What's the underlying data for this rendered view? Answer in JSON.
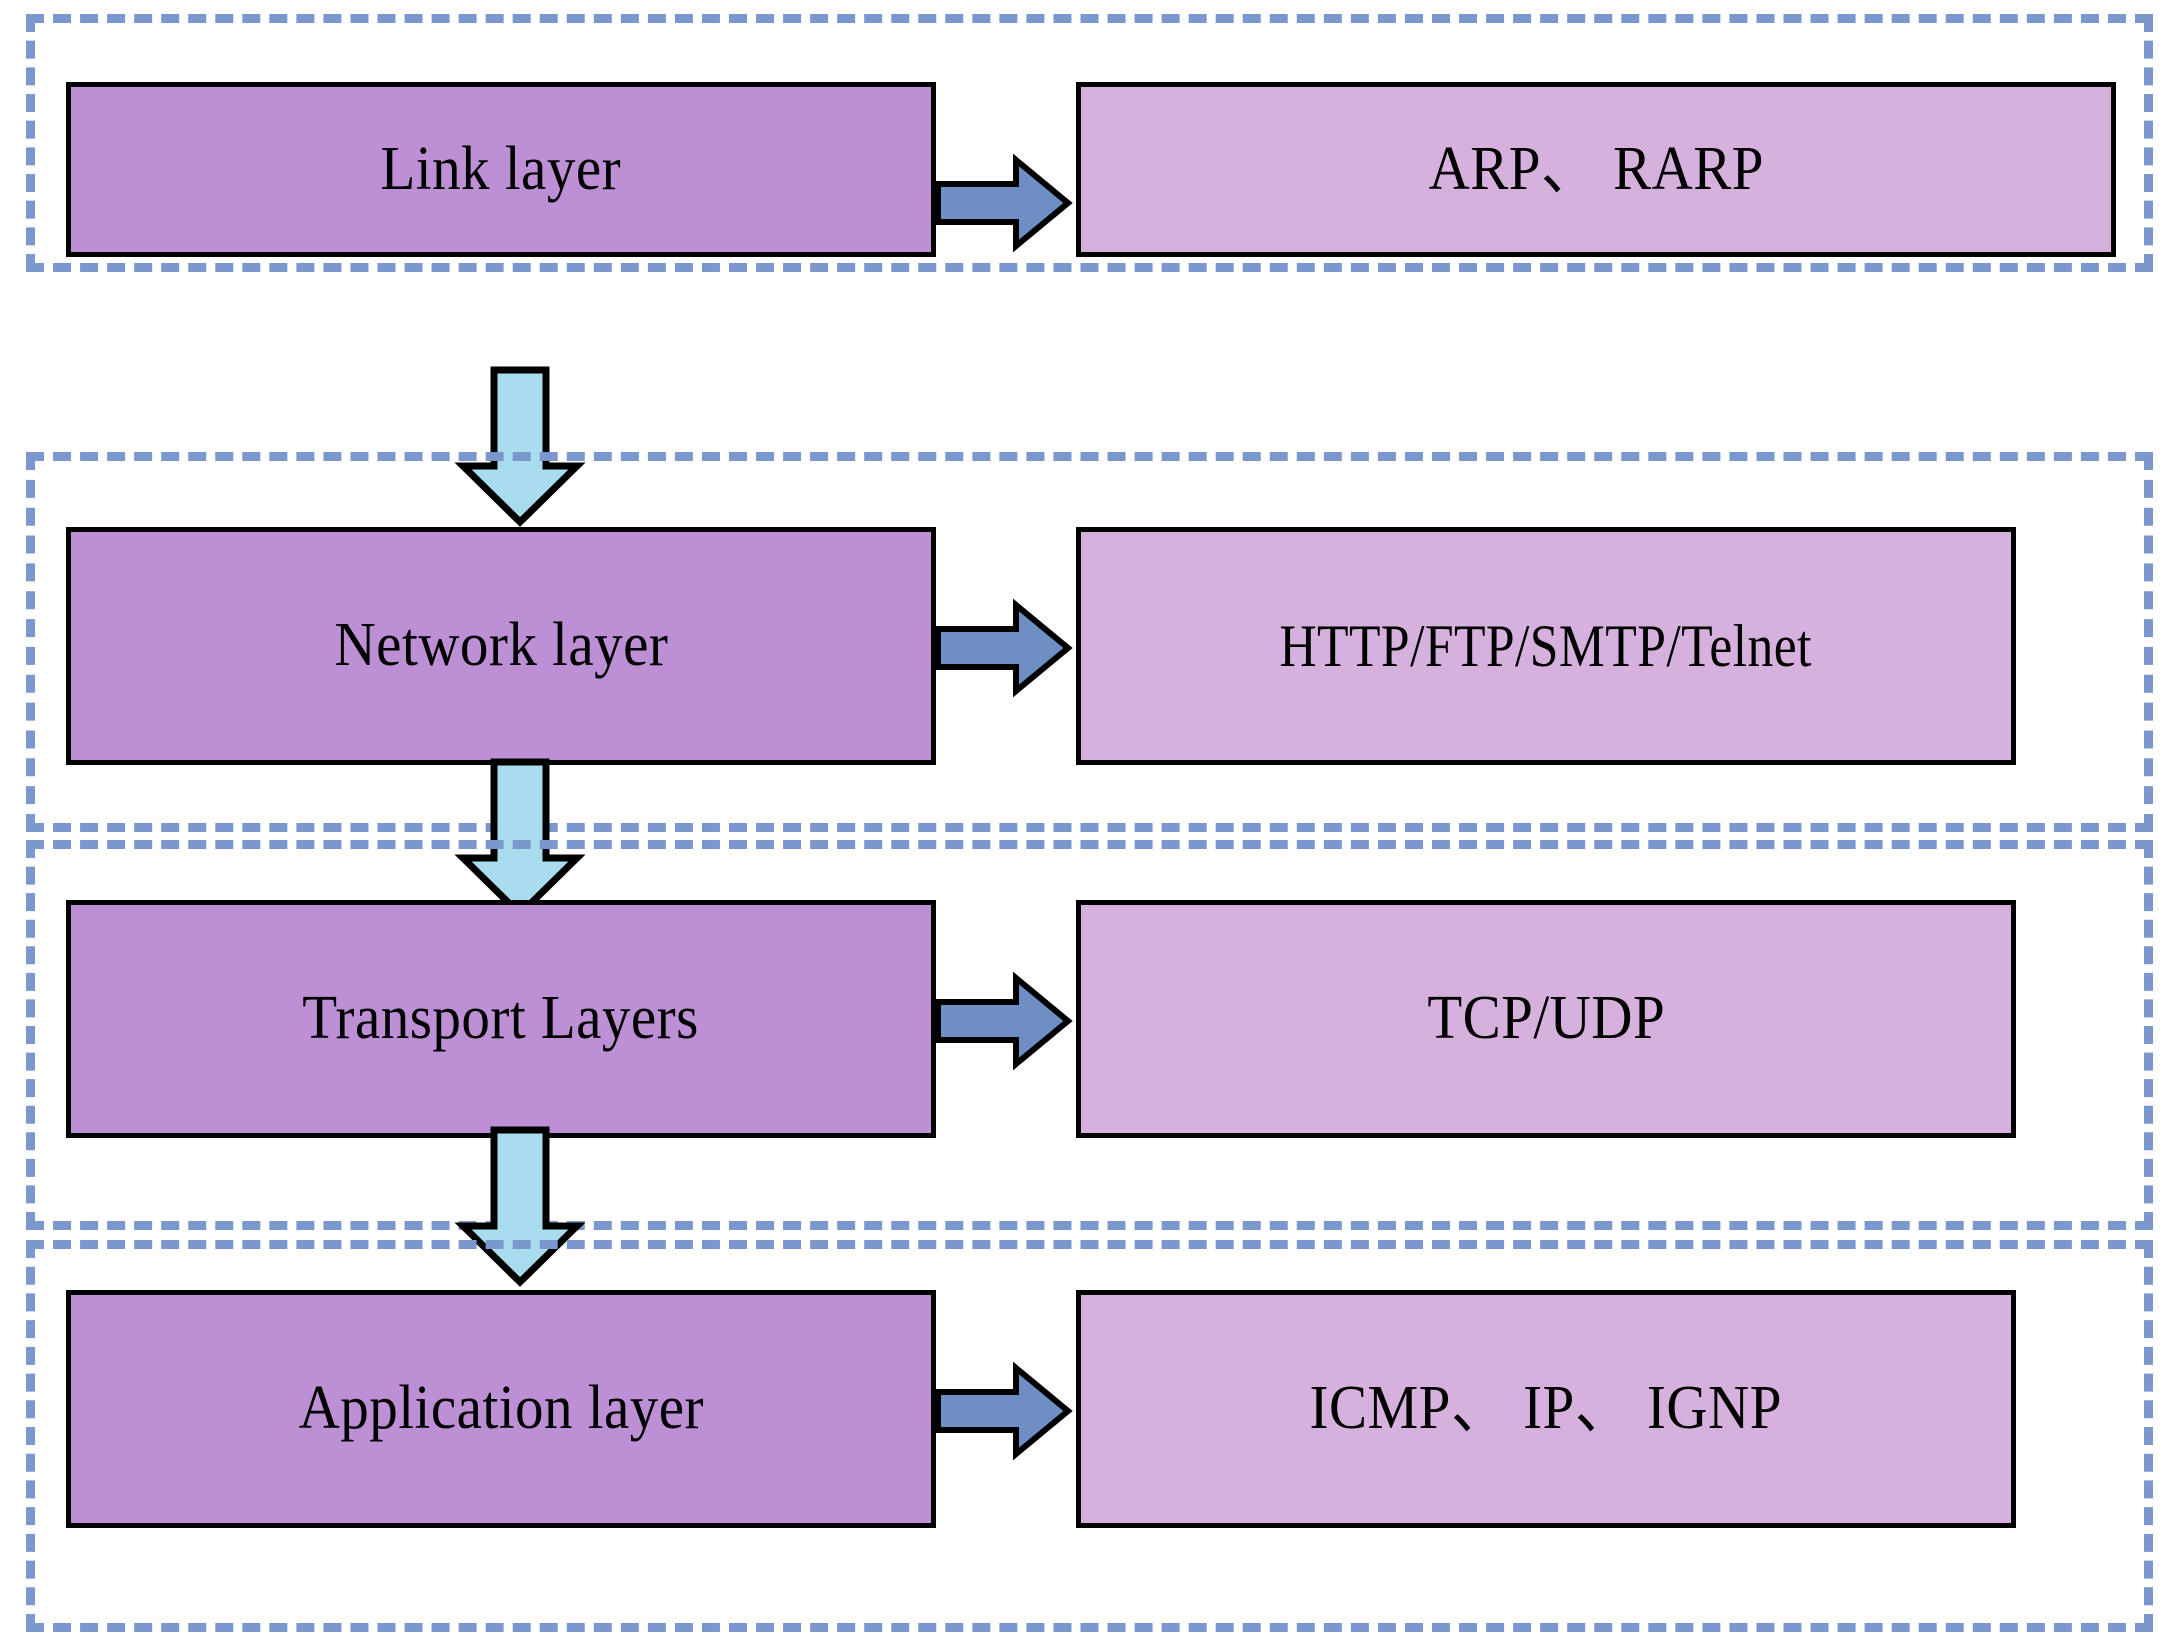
{
  "diagram": {
    "title": "TCP/IP protocol stack layer mapping",
    "colors": {
      "layer_box_fill": "#bd8fd4",
      "protocol_box_fill": "#d7b1dd",
      "box_border": "#000000",
      "group_border_dashed": "#7a98ce",
      "arrow_right_fill": "#6f8fc4",
      "arrow_down_fill": "#a8dcee",
      "background": "#ffffff"
    },
    "rows": [
      {
        "layer_label": "Link layer",
        "protocol_label": "ARP、 RARP",
        "connector_icon": "right-block-arrow-icon",
        "flow_icon": "down-block-arrow-icon"
      },
      {
        "layer_label": "Network layer",
        "protocol_label": "HTTP/FTP/SMTP/Telnet",
        "connector_icon": "right-block-arrow-icon",
        "flow_icon": "down-block-arrow-icon"
      },
      {
        "layer_label": "Transport Layers",
        "protocol_label": "TCP/UDP",
        "connector_icon": "right-block-arrow-icon",
        "flow_icon": "down-block-arrow-icon"
      },
      {
        "layer_label": "Application layer",
        "protocol_label": "ICMP、 IP、 IGNP",
        "connector_icon": "right-block-arrow-icon",
        "flow_icon": null
      }
    ]
  }
}
